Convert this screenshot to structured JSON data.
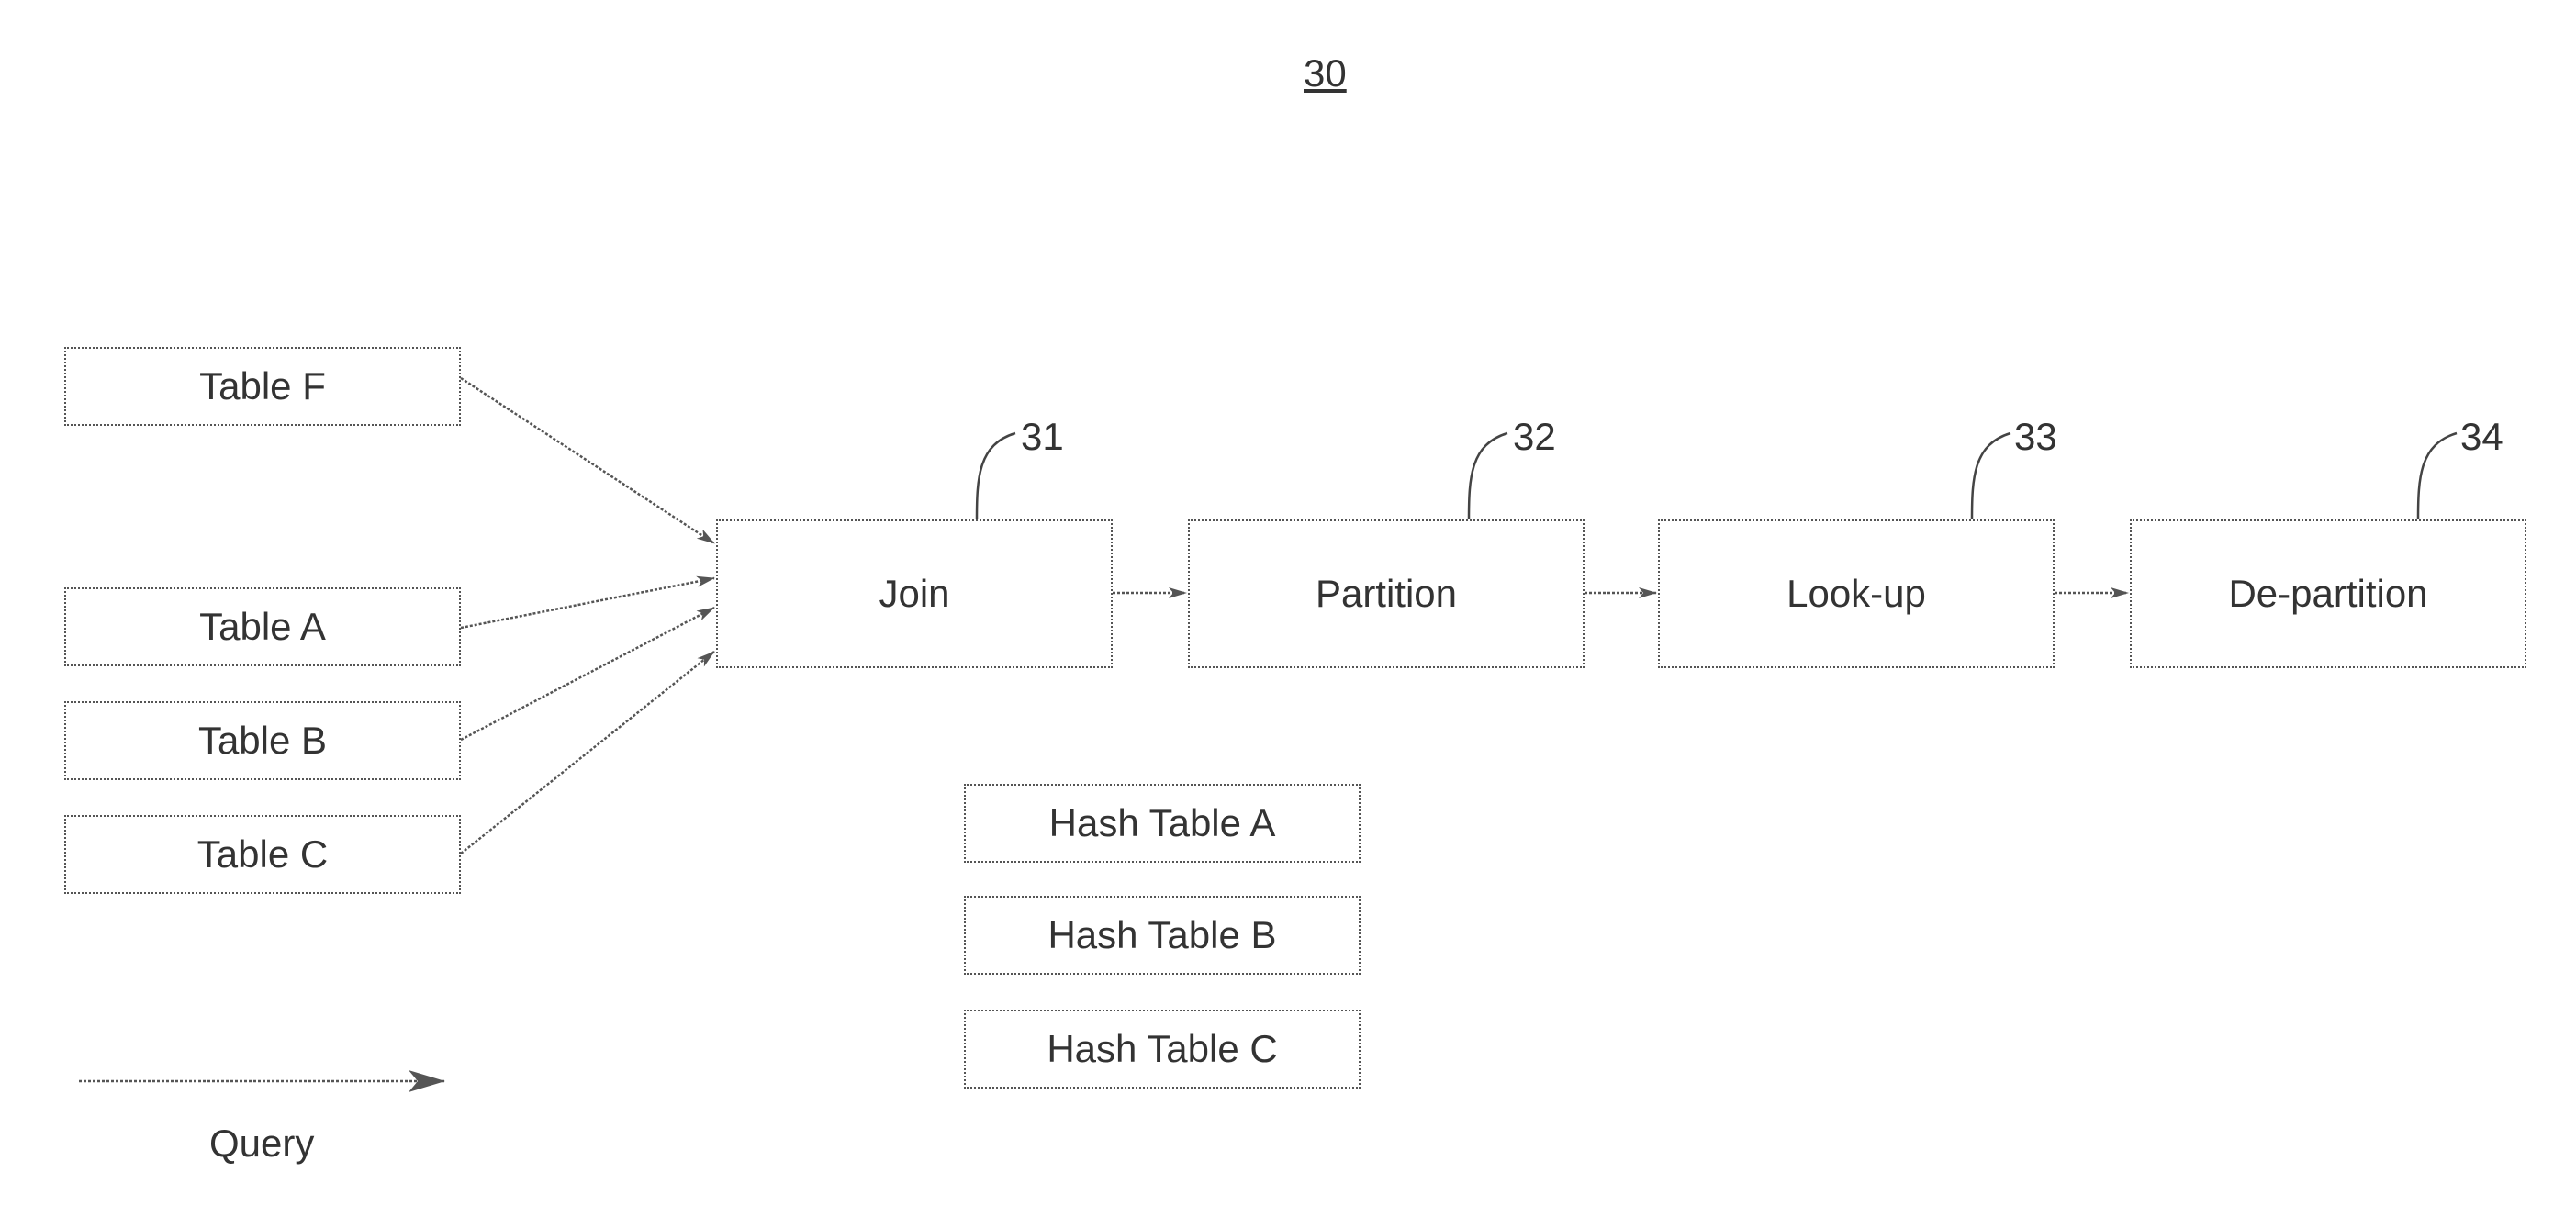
{
  "figure_number": "30",
  "inputs": [
    {
      "id": "table-f",
      "label": "Table F"
    },
    {
      "id": "table-a",
      "label": "Table A"
    },
    {
      "id": "table-b",
      "label": "Table B"
    },
    {
      "id": "table-c",
      "label": "Table C"
    }
  ],
  "stages": [
    {
      "id": "join",
      "label": "Join",
      "ref": "31"
    },
    {
      "id": "partition",
      "label": "Partition",
      "ref": "32"
    },
    {
      "id": "look-up",
      "label": "Look-up",
      "ref": "33"
    },
    {
      "id": "de-partition",
      "label": "De-partition",
      "ref": "34"
    }
  ],
  "hash_tables": [
    {
      "id": "hash-table-a",
      "label": "Hash Table A"
    },
    {
      "id": "hash-table-b",
      "label": "Hash Table B"
    },
    {
      "id": "hash-table-c",
      "label": "Hash Table C"
    }
  ],
  "legend": {
    "label": "Query"
  }
}
